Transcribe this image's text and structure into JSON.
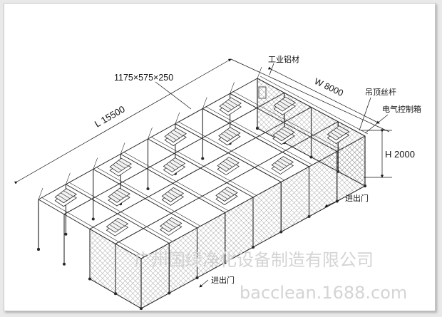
{
  "labels": {
    "fan_size": "1175×575×250",
    "length": "L 15500",
    "width": "W 8000",
    "height": "H 2000",
    "aluminium": "工业铝材",
    "rod": "吊顶丝杆",
    "control_box": "电气控制箱",
    "door_right": "进出门",
    "door_front": "进出门"
  },
  "watermark": {
    "company": "广州国绿净化设备制造有限公司",
    "site": "bacclean.1688.com"
  },
  "colors": {
    "line": "#2a2a2a",
    "mesh": "#8a8a8a",
    "watermark": "#d4d4d4"
  }
}
